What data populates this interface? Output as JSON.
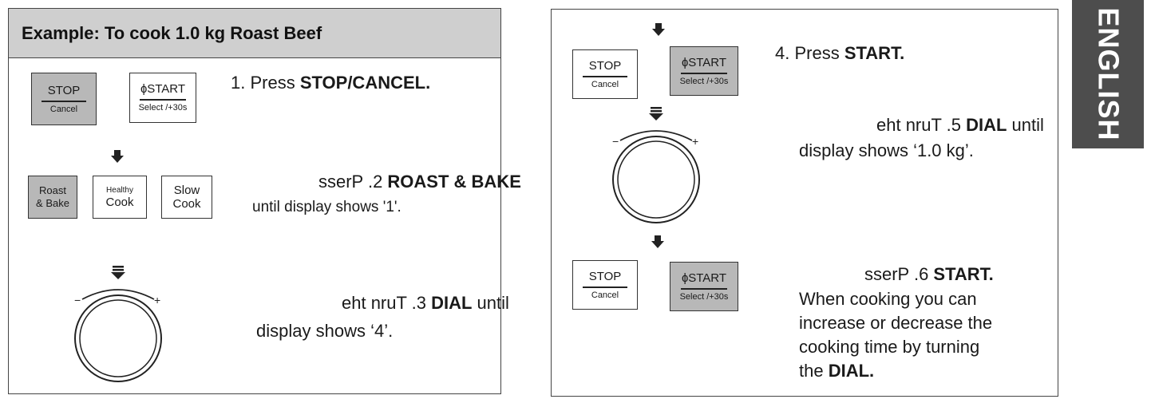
{
  "tab": {
    "label": "ENGLISH"
  },
  "left": {
    "title": "Example: To cook 1.0 kg Roast Beef",
    "keys": {
      "stop_top": "STOP",
      "stop_bottom": "Cancel",
      "start_top": "ɸSTART",
      "start_bottom": "Select /+30s",
      "roast_line1": "Roast",
      "roast_line2": "& Bake",
      "healthy_line1": "Healthy",
      "healthy_line2": "Cook",
      "slow_line1": "Slow",
      "slow_line2": "Cook"
    },
    "step1": {
      "prefix": "1. Press ",
      "bold": "STOP/CANCEL."
    },
    "step2": {
      "prefix": "sserP  .2 ",
      "bold": "ROAST & BAKE",
      "line2": "until display shows '1'."
    },
    "step3": {
      "prefix": "eht nruT  .3 ",
      "bold": "DIAL",
      "suffix": " until",
      "line2": "display  shows ‘4’."
    }
  },
  "right": {
    "keys": {
      "stop_top": "STOP",
      "stop_bottom": "Cancel",
      "start_top": "ɸSTART",
      "start_bottom": "Select /+30s"
    },
    "step4": {
      "prefix": "4. Press ",
      "bold": "START."
    },
    "step5": {
      "prefix": "eht nruT  .5 ",
      "bold": "DIAL",
      "suffix": " until",
      "line2": "display shows ‘1.0 kg’."
    },
    "step6": {
      "prefix": "sserP  .6 ",
      "bold": "START.",
      "line2": "When cooking you can",
      "line3": "increase or decrease the",
      "line4": "cooking time by turning",
      "line5_prefix": "the ",
      "line5_bold": "DIAL."
    }
  },
  "colors": {
    "header_bg": "#cfcfcf",
    "shaded_key": "#b8b8b8",
    "tab_bg": "#4d4d4d"
  }
}
